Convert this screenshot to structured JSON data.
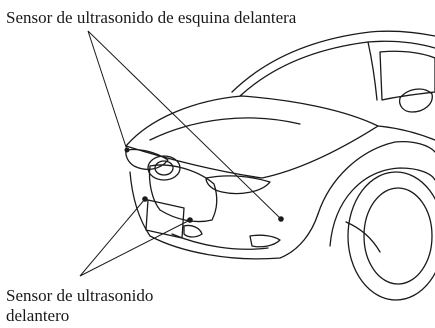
{
  "labels": {
    "corner_sensor": "Sensor de ultrasonido de esquina delantera",
    "front_sensor_line1": "Sensor de ultrasonido",
    "front_sensor_line2": "delantero"
  },
  "colors": {
    "line": "#1a1a1a",
    "background": "#ffffff"
  }
}
